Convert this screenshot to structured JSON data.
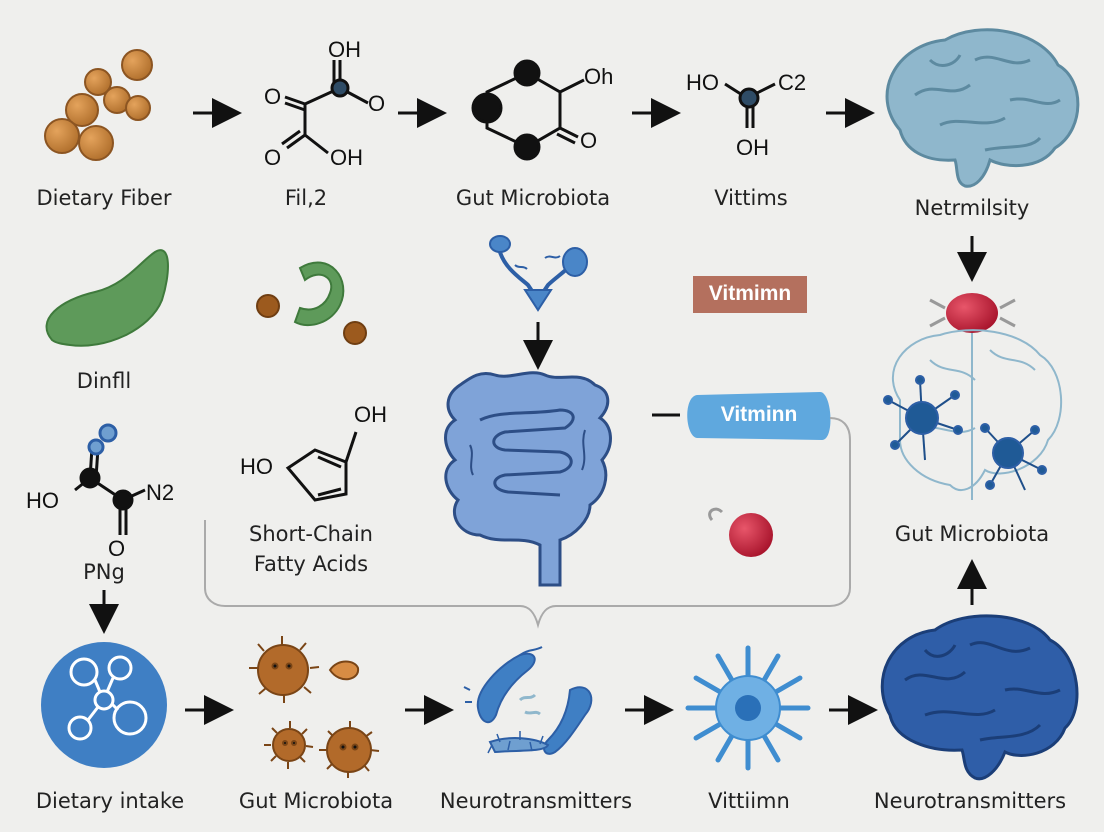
{
  "colors": {
    "background": "#efefed",
    "fiber_brown": "#c8843a",
    "green": "#5e9a5a",
    "light_blue": "#6f9fd0",
    "dark_blue": "#2d5fa6",
    "brain_light": "#8fb7cc",
    "red": "#c8243c",
    "vitamin_box": "#b4705e",
    "pill_blue": "#5fa8de"
  },
  "labels": {
    "dietary_fiber": "Dietary Fiber",
    "fil2": "Fil,2",
    "gut_microbiota_top": "Gut Microbiota",
    "vittims": "Vittims",
    "netrmilsity": "Netrmilsity",
    "dinfll": "Dinfll",
    "png": "PNg",
    "scfa_line1": "Short-Chain",
    "scfa_line2": "Fatty Acids",
    "gut_microbiota_right": "Gut Microbiota",
    "dietary_intake": "Dietary intake",
    "gut_microbiota_bottom": "Gut Microbiota",
    "neurotransmitters_1": "Neurotransmitters",
    "vittiimn": "Vittiimn",
    "neurotransmitters_2": "Neurotransmitters"
  },
  "tags": {
    "vitamin_box": "Vitmimn",
    "vitamin_pill": "Vitminn"
  },
  "chem": {
    "oh": "OH",
    "o": "O",
    "ho": "HO",
    "oh_lower": "Oh",
    "c2": "C2",
    "n2": "N2"
  }
}
